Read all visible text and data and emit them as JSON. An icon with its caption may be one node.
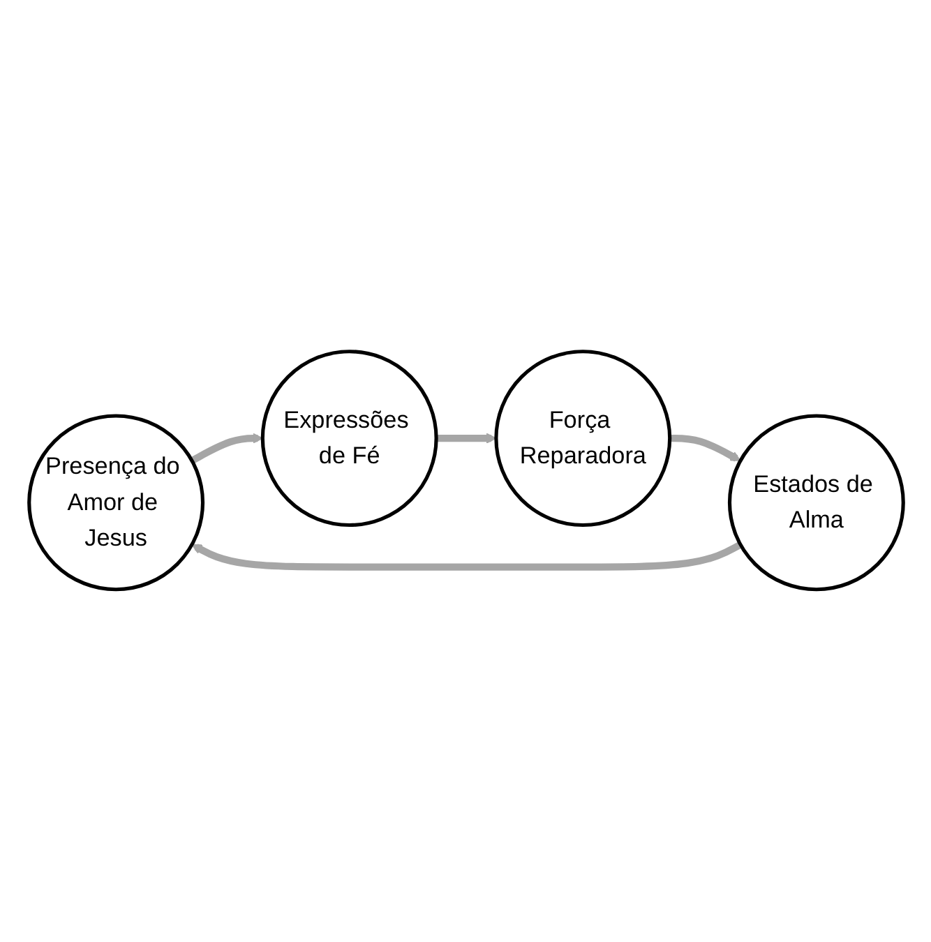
{
  "diagram": {
    "nodes": [
      {
        "text": [
          "Presença do Amor de Jesus"
        ]
      },
      {
        "text": [
          "Expressões de Fé"
        ]
      },
      {
        "text": [
          "Força Reparadora"
        ]
      },
      {
        "text": [
          "Estados de Alma"
        ]
      }
    ],
    "edges": [
      {
        "from": 0,
        "to": 1,
        "arrow": "to"
      },
      {
        "from": 1,
        "to": 2,
        "arrow": "to"
      },
      {
        "from": 2,
        "to": 3,
        "arrow": "to"
      },
      {
        "from": 3,
        "to": 0,
        "arrow": "to"
      }
    ]
  }
}
